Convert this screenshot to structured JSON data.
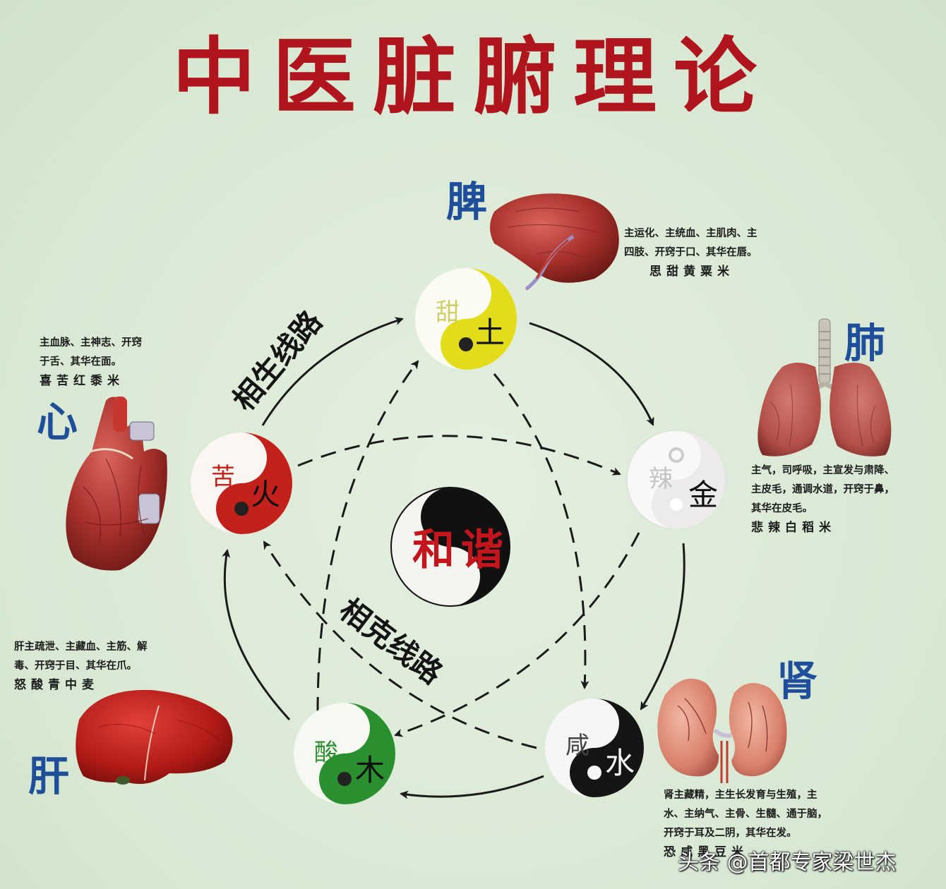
{
  "title": "中医脏腑理论",
  "center": {
    "chars": [
      "和",
      "谐"
    ]
  },
  "path_labels": {
    "generating": "相生线路",
    "controlling": "相克线路"
  },
  "elements": [
    {
      "id": "earth",
      "element": "土",
      "taste": "甜",
      "color": "#e3dc1a",
      "organ": "脾",
      "desc_lines": [
        "主运化、主统血、主肌肉、主",
        "四肢、开窍于口、其华在唇。"
      ],
      "foods": "思甜黄粟米"
    },
    {
      "id": "metal",
      "element": "金",
      "taste": "辣",
      "color": "#ecebea",
      "organ": "肺",
      "desc_lines": [
        "主气，司呼吸，主宣发与肃降、",
        "主皮毛，通调水道，开窍于鼻，",
        "其华在皮毛。"
      ],
      "foods": "悲辣白稻米"
    },
    {
      "id": "water",
      "element": "水",
      "taste": "咸",
      "color": "#151515",
      "organ": "肾",
      "desc_lines": [
        "肾主藏精，主生长发育与生殖，主",
        "水、主纳气、主骨、生髓、通于脑，",
        "开窍于耳及二阴，其华在发。"
      ],
      "foods": "恐咸黑豆米"
    },
    {
      "id": "wood",
      "element": "木",
      "taste": "酸",
      "color": "#2a8f2e",
      "organ": "肝",
      "desc_lines": [
        "肝主疏泄、主藏血、主筋、解",
        "毒、开窍于目、其华在爪。"
      ],
      "foods": "怒酸青中麦"
    },
    {
      "id": "fire",
      "element": "火",
      "taste": "苦",
      "color": "#c3211b",
      "organ": "心",
      "desc_lines": [
        "主血脉、主神志、开窍",
        "于舌、其华在面。"
      ],
      "foods": "喜苦红黍米"
    }
  ],
  "watermark": "头条 @首都专家梁世杰"
}
